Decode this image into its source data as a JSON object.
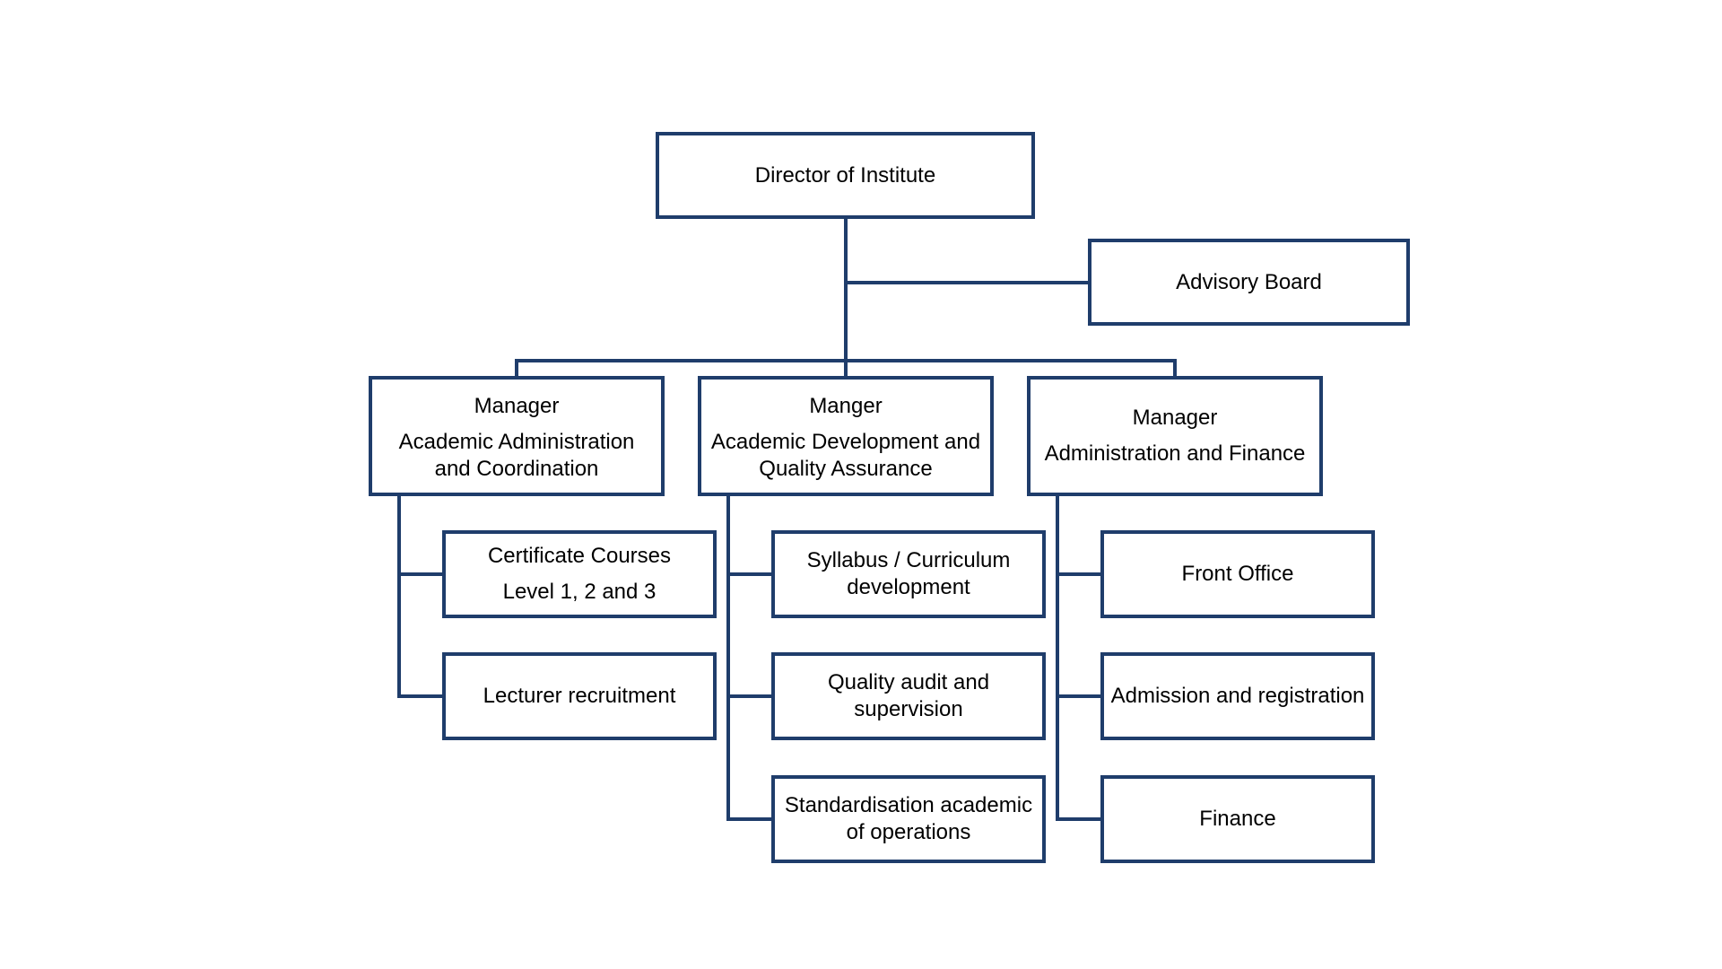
{
  "colors": {
    "box_border": "#1f3d6b",
    "connector": "#1f3d6b",
    "text": "#000000",
    "background": "#ffffff"
  },
  "org_chart": {
    "director": {
      "label": "Director of Institute"
    },
    "advisory_board": {
      "label": "Advisory Board"
    },
    "managers": [
      {
        "title": "Manager",
        "dept_line1": "Academic Administration",
        "dept_line2": "and Coordination",
        "units": [
          {
            "line1": "Certificate Courses",
            "line2": "Level 1, 2 and 3"
          },
          {
            "line1": "Lecturer recruitment"
          }
        ]
      },
      {
        "title": "Manger",
        "dept_line1": "Academic Development and",
        "dept_line2": "Quality Assurance",
        "units": [
          {
            "line1": "Syllabus / Curriculum",
            "line2": "development"
          },
          {
            "line1": "Quality audit and",
            "line2": "supervision"
          },
          {
            "line1": "Standardisation academic",
            "line2": "of operations"
          }
        ]
      },
      {
        "title": "Manager",
        "dept_line1": "Administration and Finance",
        "units": [
          {
            "line1": "Front Office"
          },
          {
            "line1": "Admission and registration"
          },
          {
            "line1": "Finance"
          }
        ]
      }
    ]
  }
}
